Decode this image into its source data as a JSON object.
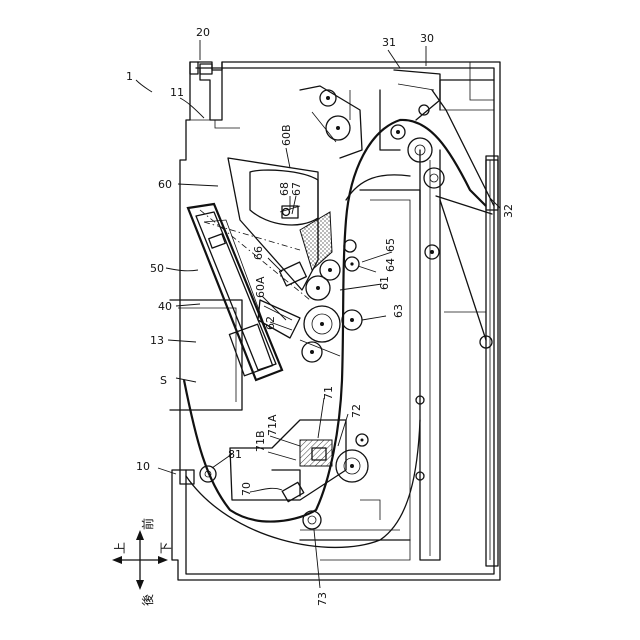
{
  "labels": {
    "l1": "1",
    "l10": "10",
    "l11": "11",
    "l13": "13",
    "l20": "20",
    "l30": "30",
    "l31": "31",
    "l32": "32",
    "l40": "40",
    "l50": "50",
    "l60": "60",
    "l60A": "60A",
    "l60B": "60B",
    "l61": "61",
    "l62": "62",
    "l63": "63",
    "l64": "64",
    "l65": "65",
    "l66": "66",
    "l67": "67",
    "l68": "68",
    "l70": "70",
    "l71": "71",
    "l71A": "71A",
    "l71B": "71B",
    "l72": "72",
    "l73": "73",
    "l81": "81",
    "lS": "S"
  },
  "direction": {
    "up": "上",
    "down": "下",
    "front": "前",
    "back": "後"
  }
}
